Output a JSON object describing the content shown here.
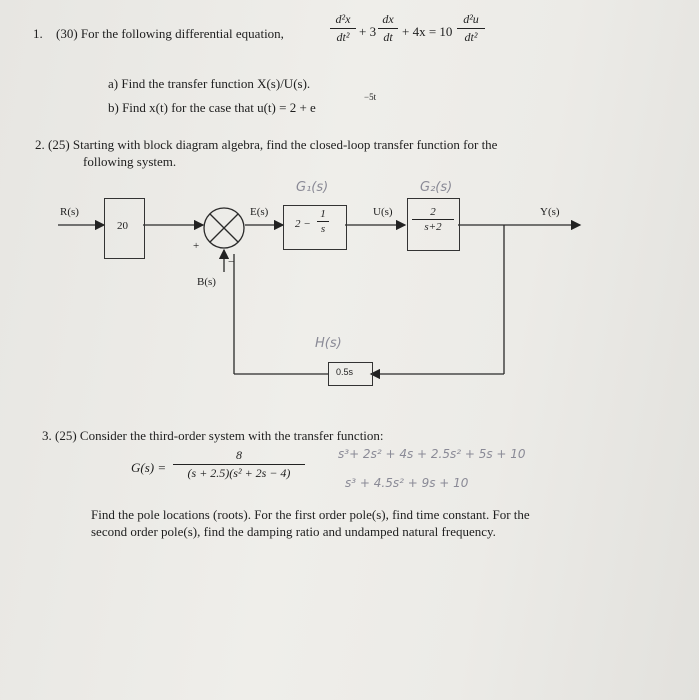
{
  "q1": {
    "num": "1.",
    "lead": "(30) For the following differential equation,",
    "equation": {
      "t1_num": "d²x",
      "t1_den": "dt²",
      "plus3": "+ 3",
      "t2_num": "dx",
      "t2_den": "dt",
      "rest": "+ 4x = 10",
      "t3_num": "d²u",
      "t3_den": "dt²"
    },
    "a": "a)  Find the transfer function X(s)/U(s).",
    "b": "b)  Find x(t) for the case that u(t) = 2 + e",
    "b_exp": "−5t"
  },
  "q2": {
    "text1": "2. (25) Starting with block diagram algebra, find the closed-loop transfer function for the",
    "text2": "following system.",
    "diagram": {
      "R": "R(s)",
      "gain": "20",
      "E": "E(s)",
      "G1_whole": "2 −",
      "G1_num": "1",
      "G1_den": "s",
      "U": "U(s)",
      "G2_num": "2",
      "G2_den": "s+2",
      "Y": "Y(s)",
      "B": "B(s)",
      "H": "0.5s",
      "plus": "+",
      "minus": "−",
      "hand_G1": "G₁(s)",
      "hand_G2": "G₂(s)",
      "hand_H": "H(s)"
    }
  },
  "q3": {
    "text": "3.  (25) Consider the third-order system with the transfer function:",
    "G_label": "G(s) =",
    "G_num": "8",
    "G_den": "(s + 2.5)(s² + 2s − 4)",
    "hand1": "s³+ 2s² + 4s + 2.5s² + 5s + 10",
    "hand2": "s³ + 4.5s² + 9s + 10",
    "body1": "Find the pole locations (roots). For the first order pole(s), find time constant. For the",
    "body2": "second order pole(s), find the damping ratio and undamped natural frequency."
  }
}
